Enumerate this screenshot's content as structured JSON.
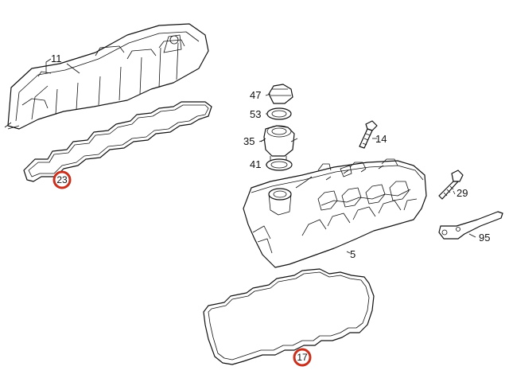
{
  "diagram": {
    "parts": {
      "p11": "11",
      "p23": "23",
      "p47": "47",
      "p53": "53",
      "p35": "35",
      "p41": "41",
      "p14": "14",
      "p29": "29",
      "p95": "95",
      "p5": "5",
      "p17": "17"
    },
    "colors": {
      "line": "#111111",
      "highlight_ring": "#c8301e",
      "background": "#ffffff"
    }
  }
}
